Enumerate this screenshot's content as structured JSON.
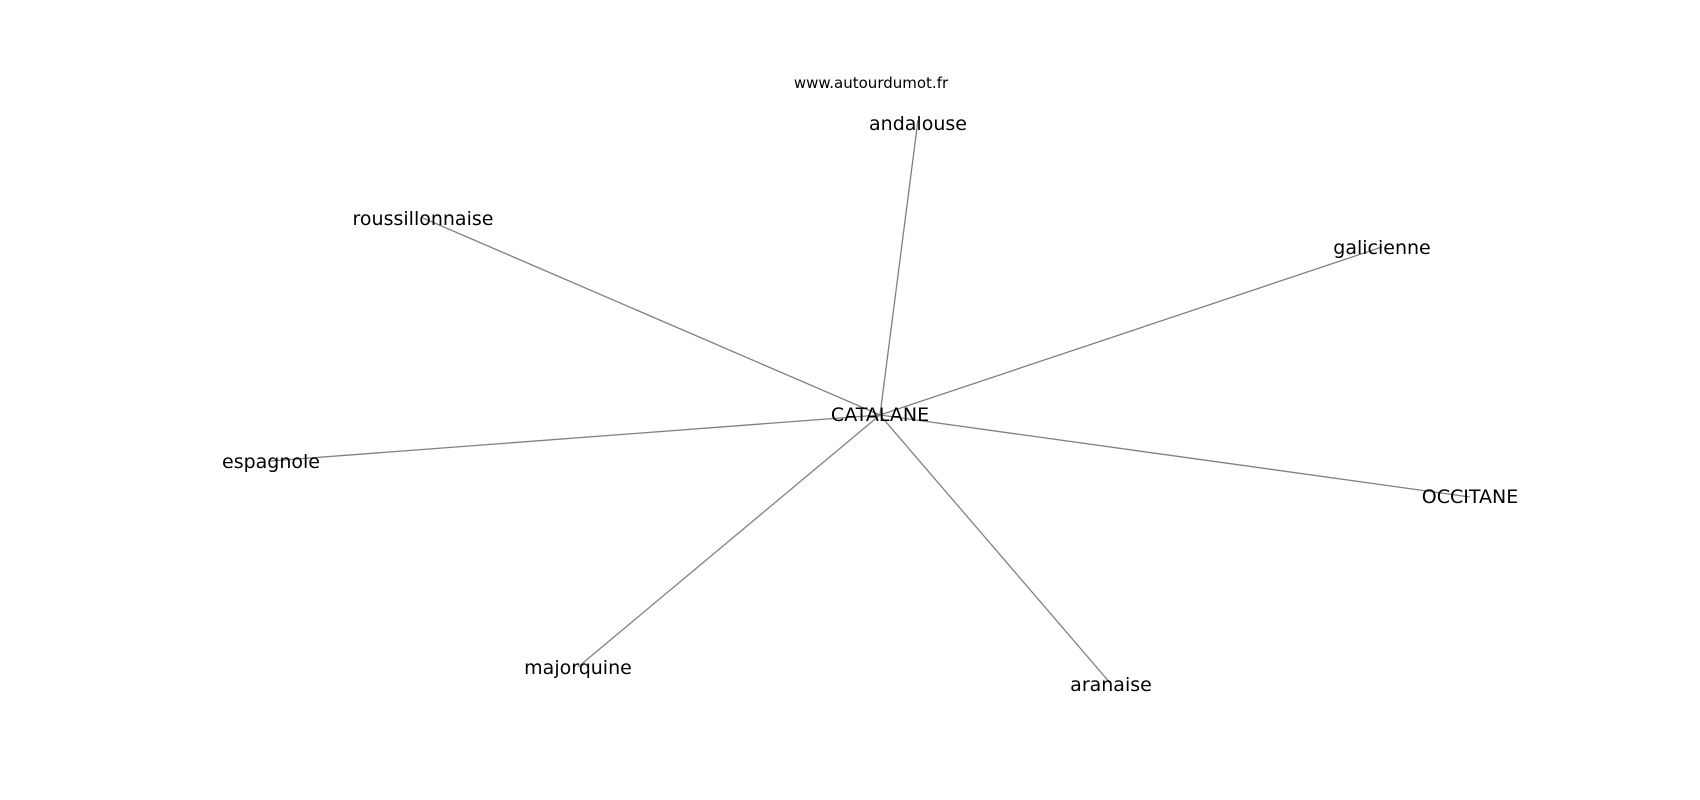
{
  "watermark": "www.autourdumot.fr",
  "graph": {
    "center": "CATALANE",
    "nodes": [
      "andalouse",
      "roussillonnaise",
      "galicienne",
      "espagnole",
      "OCCITANE",
      "majorquine",
      "aranaise"
    ]
  },
  "colors": {
    "edge": "#808080",
    "text": "#000000",
    "background": "#ffffff"
  }
}
